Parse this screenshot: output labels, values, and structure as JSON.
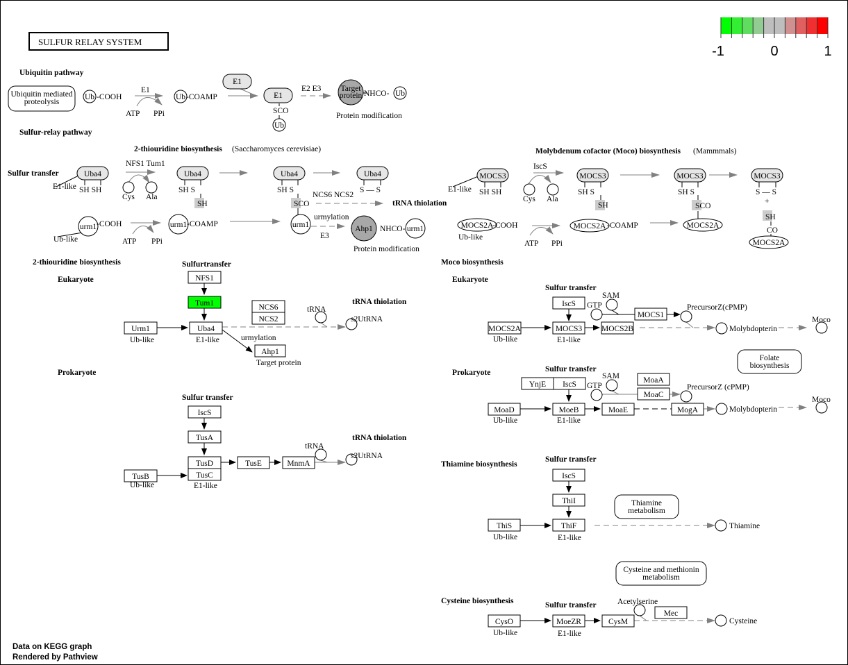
{
  "title": "SULFUR RELAY SYSTEM",
  "legend": {
    "colors": [
      "#00ff00",
      "#33ee33",
      "#5fdd5f",
      "#92cc92",
      "#bebebe",
      "#bebebe",
      "#d09090",
      "#e06060",
      "#f03030",
      "#ff0000"
    ],
    "labels": [
      "-1",
      "0",
      "1"
    ]
  },
  "footer": [
    "Data on KEGG graph",
    "Rendered by Pathview"
  ],
  "colors": {
    "highlight": "#00ff00",
    "gray_node": "#e6e6e6",
    "dark_node": "#a8a8a8",
    "gray_box": "#cccccc",
    "arrow_gray": "#808080"
  },
  "labels": [
    {
      "id": "ubiquitin-pathway",
      "text": "Ubiquitin pathway",
      "bold": true
    },
    {
      "id": "sulfur-relay-pathway",
      "text": "Sulfur-relay pathway",
      "bold": true
    },
    {
      "id": "thiouridine-title",
      "text": "2-thiouridine biosynthesis",
      "bold": true
    },
    {
      "id": "thiouridine-species",
      "text": "(Saccharomyces cerevisiae)"
    },
    {
      "id": "moco-title",
      "text": "Molybdenum cofactor (Moco) biosynthesis",
      "bold": true
    },
    {
      "id": "moco-species",
      "text": "(Mammmals)"
    },
    {
      "id": "sulfur-transfer-top",
      "text": "Sulfur transfer",
      "bold": true
    },
    {
      "id": "trna-thiolation-top",
      "text": "tRNA thiolation",
      "bold": true
    },
    {
      "id": "e1-label",
      "text": "E1"
    },
    {
      "id": "atp-1",
      "text": "ATP"
    },
    {
      "id": "ppi-1",
      "text": "PPi"
    },
    {
      "id": "e2e3-label",
      "text": "E2 E3"
    },
    {
      "id": "sco-ub",
      "text": "SCO"
    },
    {
      "id": "protein-mod-1",
      "text": "Protein modification"
    },
    {
      "id": "nhco-ub",
      "text": "NHCO-"
    },
    {
      "id": "ub-cooh",
      "text": "-COOH"
    },
    {
      "id": "ub-coamp",
      "text": "-COAMP"
    },
    {
      "id": "nfs1-tum1",
      "text": "NFS1 Tum1"
    },
    {
      "id": "e1like-1",
      "text": "E1-like"
    },
    {
      "id": "sh-sh-1",
      "text": "SH  SH"
    },
    {
      "id": "cys-1",
      "text": "Cys"
    },
    {
      "id": "ala-1",
      "text": "Ala"
    },
    {
      "id": "sh-s-2",
      "text": "SH     S"
    },
    {
      "id": "sh-2",
      "text": "SH"
    },
    {
      "id": "sh-s-3",
      "text": "SH     S"
    },
    {
      "id": "sco-3",
      "text": "SCO"
    },
    {
      "id": "ncs6-ncs2",
      "text": "NCS6  NCS2"
    },
    {
      "id": "s-s-4",
      "text": "S — S"
    },
    {
      "id": "urm1-cooh",
      "text": "-COOH"
    },
    {
      "id": "ub-like-1",
      "text": "Ub-like"
    },
    {
      "id": "atp-2",
      "text": "ATP"
    },
    {
      "id": "ppi-2",
      "text": "PPi"
    },
    {
      "id": "urm1-coamp",
      "text": "-COAMP"
    },
    {
      "id": "urmylation-1",
      "text": "urmylation"
    },
    {
      "id": "e3-1",
      "text": "E3"
    },
    {
      "id": "nhco-urm1",
      "text": "NHCO-"
    },
    {
      "id": "protein-mod-2",
      "text": "Protein modification"
    },
    {
      "id": "iscs-top",
      "text": "IscS"
    },
    {
      "id": "e1like-m",
      "text": "E1-like"
    },
    {
      "id": "sh-sh-m1",
      "text": "SH  SH"
    },
    {
      "id": "cys-m",
      "text": "Cys"
    },
    {
      "id": "ala-m",
      "text": "Ala"
    },
    {
      "id": "sh-s-m2",
      "text": "SH     S"
    },
    {
      "id": "sh-m2",
      "text": "SH"
    },
    {
      "id": "sh-s-m3",
      "text": "SH    S"
    },
    {
      "id": "sco-m3",
      "text": "SCO"
    },
    {
      "id": "s-s-m4",
      "text": "S — S"
    },
    {
      "id": "plus-m4",
      "text": "+"
    },
    {
      "id": "sh-m4",
      "text": "SH"
    },
    {
      "id": "co-m4",
      "text": "CO"
    },
    {
      "id": "mocs2a-cooh",
      "text": "-COOH"
    },
    {
      "id": "ub-like-m",
      "text": "Ub-like"
    },
    {
      "id": "atp-m",
      "text": "ATP"
    },
    {
      "id": "ppi-m",
      "text": "PPi"
    },
    {
      "id": "mocs2a-coamp",
      "text": "-COAMP"
    },
    {
      "id": "thiouridine-2",
      "text": "2-thiouridine biosynthesis",
      "bold": true
    },
    {
      "id": "eukaryote-1",
      "text": "Eukaryote",
      "bold": true
    },
    {
      "id": "sulfurtransfer-e1",
      "text": "Sulfurtransfer",
      "bold": true
    },
    {
      "id": "trna-thiolation-e1",
      "text": "tRNA thiolation",
      "bold": true
    },
    {
      "id": "trna-e1",
      "text": "tRNA"
    },
    {
      "id": "s2utrna-e1",
      "text": "s2UtRNA"
    },
    {
      "id": "ub-like-e1",
      "text": "Ub-like"
    },
    {
      "id": "e1-like-e1",
      "text": "E1-like"
    },
    {
      "id": "urmylation-e1",
      "text": "urmylation"
    },
    {
      "id": "target-protein",
      "text": "Target protein"
    },
    {
      "id": "prokaryote-1",
      "text": "Prokaryote",
      "bold": true
    },
    {
      "id": "sulfur-transfer-p1",
      "text": "Sulfur transfer",
      "bold": true
    },
    {
      "id": "trna-thiolation-p1",
      "text": "tRNA thiolation",
      "bold": true
    },
    {
      "id": "trna-p1",
      "text": "tRNA"
    },
    {
      "id": "s2utrna-p1",
      "text": "s2UtRNA"
    },
    {
      "id": "ub-like-p1",
      "text": "Ub-like"
    },
    {
      "id": "e1-like-p1",
      "text": "E1-like"
    },
    {
      "id": "moco-biosynthesis",
      "text": "Moco biosynthesis",
      "bold": true
    },
    {
      "id": "eukaryote-2",
      "text": "Eukaryote",
      "bold": true
    },
    {
      "id": "sulfur-transfer-me",
      "text": "Sulfur transfer",
      "bold": true
    },
    {
      "id": "sam-me",
      "text": "SAM"
    },
    {
      "id": "gtp-me",
      "text": "GTP"
    },
    {
      "id": "precursorz-me",
      "text": "PrecursorZ(cPMP)"
    },
    {
      "id": "molybdopterin-me",
      "text": "Molybdopterin"
    },
    {
      "id": "moco-me",
      "text": "Moco"
    },
    {
      "id": "ub-like-me",
      "text": "Ub-like"
    },
    {
      "id": "e1-like-me",
      "text": "E1-like"
    },
    {
      "id": "prokaryote-2",
      "text": "Prokaryote",
      "bold": true
    },
    {
      "id": "sulfur-transfer-mp",
      "text": "Sulfur transfer",
      "bold": true
    },
    {
      "id": "sam-mp",
      "text": "SAM"
    },
    {
      "id": "gtp-mp",
      "text": "GTP"
    },
    {
      "id": "precursorz-mp",
      "text": "PrecursorZ (cPMP)"
    },
    {
      "id": "molybdopterin-mp",
      "text": "Molybdopterin"
    },
    {
      "id": "moco-mp",
      "text": "Moco"
    },
    {
      "id": "ub-like-mp",
      "text": "Ub-like"
    },
    {
      "id": "e1-like-mp",
      "text": "E1-like"
    },
    {
      "id": "thiamine-biosynthesis",
      "text": "Thiamine biosynthesis",
      "bold": true
    },
    {
      "id": "sulfur-transfer-th",
      "text": "Sulfur transfer",
      "bold": true
    },
    {
      "id": "thiamine",
      "text": "Thiamine"
    },
    {
      "id": "ub-like-th",
      "text": "Ub-like"
    },
    {
      "id": "e1-like-th",
      "text": "E1-like"
    },
    {
      "id": "cysteine-biosynthesis",
      "text": "Cysteine biosynthesis",
      "bold": true
    },
    {
      "id": "sulfur-transfer-cy",
      "text": "Sulfur transfer",
      "bold": true
    },
    {
      "id": "acetylserine",
      "text": "Acetylserine"
    },
    {
      "id": "cysteine",
      "text": "Cysteine"
    },
    {
      "id": "ub-like-cy",
      "text": "Ub-like"
    },
    {
      "id": "e1-like-cy",
      "text": "E1-like"
    }
  ],
  "gene_boxes": [
    {
      "id": "nfs1",
      "text": "NFS1",
      "value": null
    },
    {
      "id": "tum1",
      "text": "Tum1",
      "value": -1
    },
    {
      "id": "ncs6",
      "text": "NCS6",
      "value": null
    },
    {
      "id": "ncs2",
      "text": "NCS2",
      "value": null
    },
    {
      "id": "urm1",
      "text": "Urm1",
      "value": null
    },
    {
      "id": "uba4",
      "text": "Uba4",
      "value": null
    },
    {
      "id": "ahp1",
      "text": "Ahp1",
      "value": null
    },
    {
      "id": "iscs-p1",
      "text": "IscS",
      "value": null
    },
    {
      "id": "tusa",
      "text": "TusA",
      "value": null
    },
    {
      "id": "tusd",
      "text": "TusD",
      "value": null
    },
    {
      "id": "tusc",
      "text": "TusC",
      "value": null
    },
    {
      "id": "tusb",
      "text": "TusB",
      "value": null
    },
    {
      "id": "tuse",
      "text": "TusE",
      "value": null
    },
    {
      "id": "mnma",
      "text": "MnmA",
      "value": null
    },
    {
      "id": "iscs-me",
      "text": "IscS",
      "value": null
    },
    {
      "id": "mocs2a-me",
      "text": "MOCS2A",
      "value": null
    },
    {
      "id": "mocs3-me",
      "text": "MOCS3",
      "value": null
    },
    {
      "id": "mocs2b-me",
      "text": "MOCS2B",
      "value": null
    },
    {
      "id": "mocs1-me",
      "text": "MOCS1",
      "value": null
    },
    {
      "id": "ynje",
      "text": "YnjE",
      "value": null
    },
    {
      "id": "iscs-mp",
      "text": "IscS",
      "value": null
    },
    {
      "id": "moaa",
      "text": "MoaA",
      "value": null
    },
    {
      "id": "moac",
      "text": "MoaC",
      "value": null
    },
    {
      "id": "moad",
      "text": "MoaD",
      "value": null
    },
    {
      "id": "moeb",
      "text": "MoeB",
      "value": null
    },
    {
      "id": "moae",
      "text": "MoaE",
      "value": null
    },
    {
      "id": "moga",
      "text": "MogA",
      "value": null
    },
    {
      "id": "iscs-th",
      "text": "IscS",
      "value": null
    },
    {
      "id": "thii",
      "text": "ThiI",
      "value": null
    },
    {
      "id": "this",
      "text": "ThiS",
      "value": null
    },
    {
      "id": "thif",
      "text": "ThiF",
      "value": null
    },
    {
      "id": "cyso",
      "text": "CysO",
      "value": null
    },
    {
      "id": "moezr",
      "text": "MoeZR",
      "value": null
    },
    {
      "id": "cysm",
      "text": "CysM",
      "value": null
    },
    {
      "id": "mec",
      "text": "Mec",
      "value": null
    }
  ],
  "pathway_links": [
    {
      "id": "ubiquitin-proteolysis",
      "lines": [
        "Ubiquitin mediated",
        "proteolysis"
      ]
    },
    {
      "id": "folate-biosynthesis",
      "lines": [
        "Folate",
        "biosynthesis"
      ]
    },
    {
      "id": "thiamine-metabolism",
      "lines": [
        "Thiamine",
        "metabolism"
      ]
    },
    {
      "id": "cysteine-methionine",
      "lines": [
        "Cysteine and methionin",
        "metabolism"
      ]
    }
  ],
  "rounded_nodes": [
    {
      "id": "e1-top",
      "text": "E1"
    },
    {
      "id": "e1-mid",
      "text": "E1"
    },
    {
      "id": "uba4-r1",
      "text": "Uba4"
    },
    {
      "id": "uba4-r2",
      "text": "Uba4"
    },
    {
      "id": "uba4-r3",
      "text": "Uba4"
    },
    {
      "id": "uba4-r4",
      "text": "Uba4"
    },
    {
      "id": "mocs3-r1",
      "text": "MOCS3"
    },
    {
      "id": "mocs3-r2",
      "text": "MOCS3"
    },
    {
      "id": "mocs3-r3",
      "text": "MOCS3"
    },
    {
      "id": "mocs3-r4",
      "text": "MOCS3"
    }
  ],
  "circle_nodes": [
    {
      "id": "ub-1",
      "text": "Ub"
    },
    {
      "id": "ub-2",
      "text": "Ub"
    },
    {
      "id": "ub-3",
      "text": "Ub"
    },
    {
      "id": "ub-4",
      "text": "Ub"
    },
    {
      "id": "target-protein-node",
      "lines": [
        "Target",
        "protein"
      ]
    },
    {
      "id": "urm1-c1",
      "text": "urm1"
    },
    {
      "id": "urm1-c2",
      "text": "urm1"
    },
    {
      "id": "urm1-c3",
      "text": "urm1"
    },
    {
      "id": "urm1-c4",
      "text": "urm1"
    },
    {
      "id": "ahp1-c",
      "text": "Ahp1"
    }
  ],
  "ellipse_nodes": [
    {
      "id": "mocs2a-e1",
      "text": "MOCS2A"
    },
    {
      "id": "mocs2a-e2",
      "text": "MOCS2A"
    },
    {
      "id": "mocs2a-e3",
      "text": "MOCS2A"
    },
    {
      "id": "mocs2a-e4",
      "text": "MOCS2A"
    }
  ]
}
